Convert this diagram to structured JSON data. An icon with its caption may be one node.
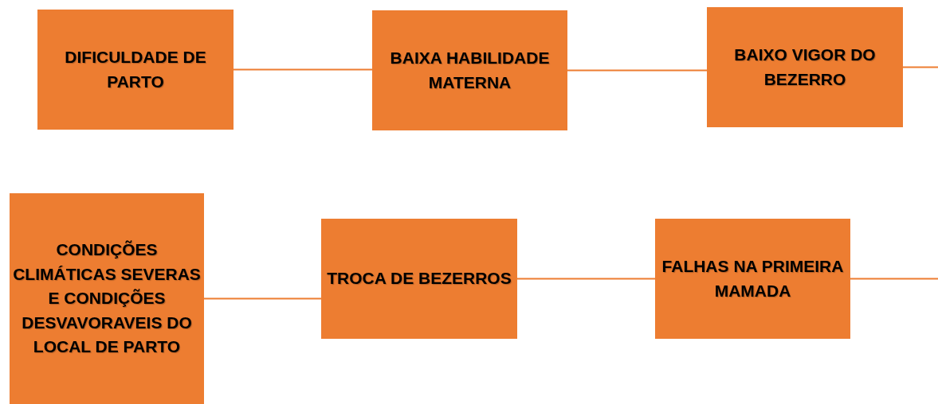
{
  "diagram": {
    "nodes": [
      {
        "text": [
          "DIFICULDADE DE PARTO"
        ]
      },
      {
        "text": [
          "BAIXA HABILIDADE MATERNA"
        ]
      },
      {
        "text": [
          "BAIXO VIGOR DO BEZERRO"
        ]
      },
      {
        "text": [
          "CONDIÇÕES CLIMÁTICAS SEVERAS E CONDIÇÕES DESVAVORAVEIS DO LOCAL DE PARTO"
        ]
      },
      {
        "text": [
          "TROCA DE BEZERROS"
        ]
      },
      {
        "text": [
          "FALHAS NA PRIMEIRA MAMADA"
        ]
      }
    ],
    "edges": [
      {
        "from": 0,
        "to": 1,
        "arrow": "none"
      },
      {
        "from": 1,
        "to": 2,
        "arrow": "none"
      },
      {
        "from": 2,
        "to": null,
        "arrow": "none"
      },
      {
        "from": 3,
        "to": 4,
        "arrow": "none"
      },
      {
        "from": 4,
        "to": 5,
        "arrow": "none"
      },
      {
        "from": 5,
        "to": null,
        "arrow": "none"
      }
    ]
  }
}
